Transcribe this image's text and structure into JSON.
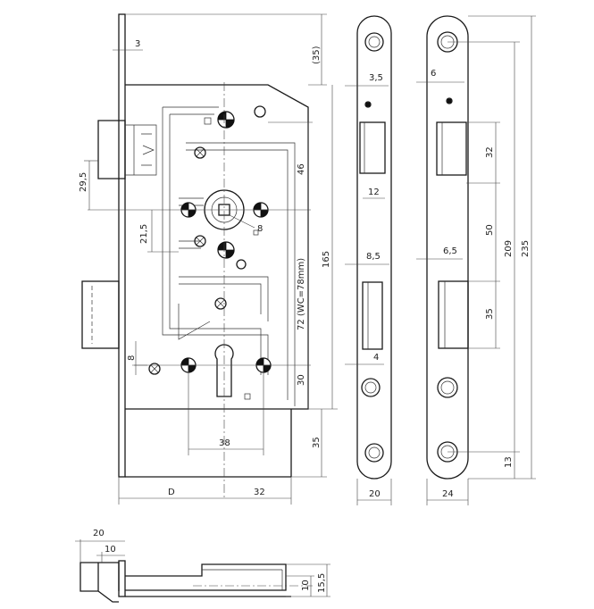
{
  "dimensions": {
    "main_top_3": "3",
    "main_35_paren": "(35)",
    "main_29_5": "29,5",
    "main_46": "46",
    "main_8_square": "8",
    "main_21_5": "21,5",
    "main_165": "165",
    "main_72_wc": "72 (WC=78mm)",
    "main_8_left": "8",
    "main_30": "30",
    "main_38": "38",
    "main_35_bottom": "35",
    "main_D": "D",
    "main_32_bottom": "32",
    "plate20_3_5": "3,5",
    "plate20_12": "12",
    "plate20_8_5": "8,5",
    "plate20_4": "4",
    "plate20_width": "20",
    "plate24_6": "6",
    "plate24_32": "32",
    "plate24_50": "50",
    "plate24_6_5": "6,5",
    "plate24_35": "35",
    "plate24_209": "209",
    "plate24_235": "235",
    "plate24_13": "13",
    "plate24_width": "24",
    "bottom_20": "20",
    "bottom_10": "10",
    "bottom_10_v": "10",
    "bottom_15_5": "15,5"
  }
}
